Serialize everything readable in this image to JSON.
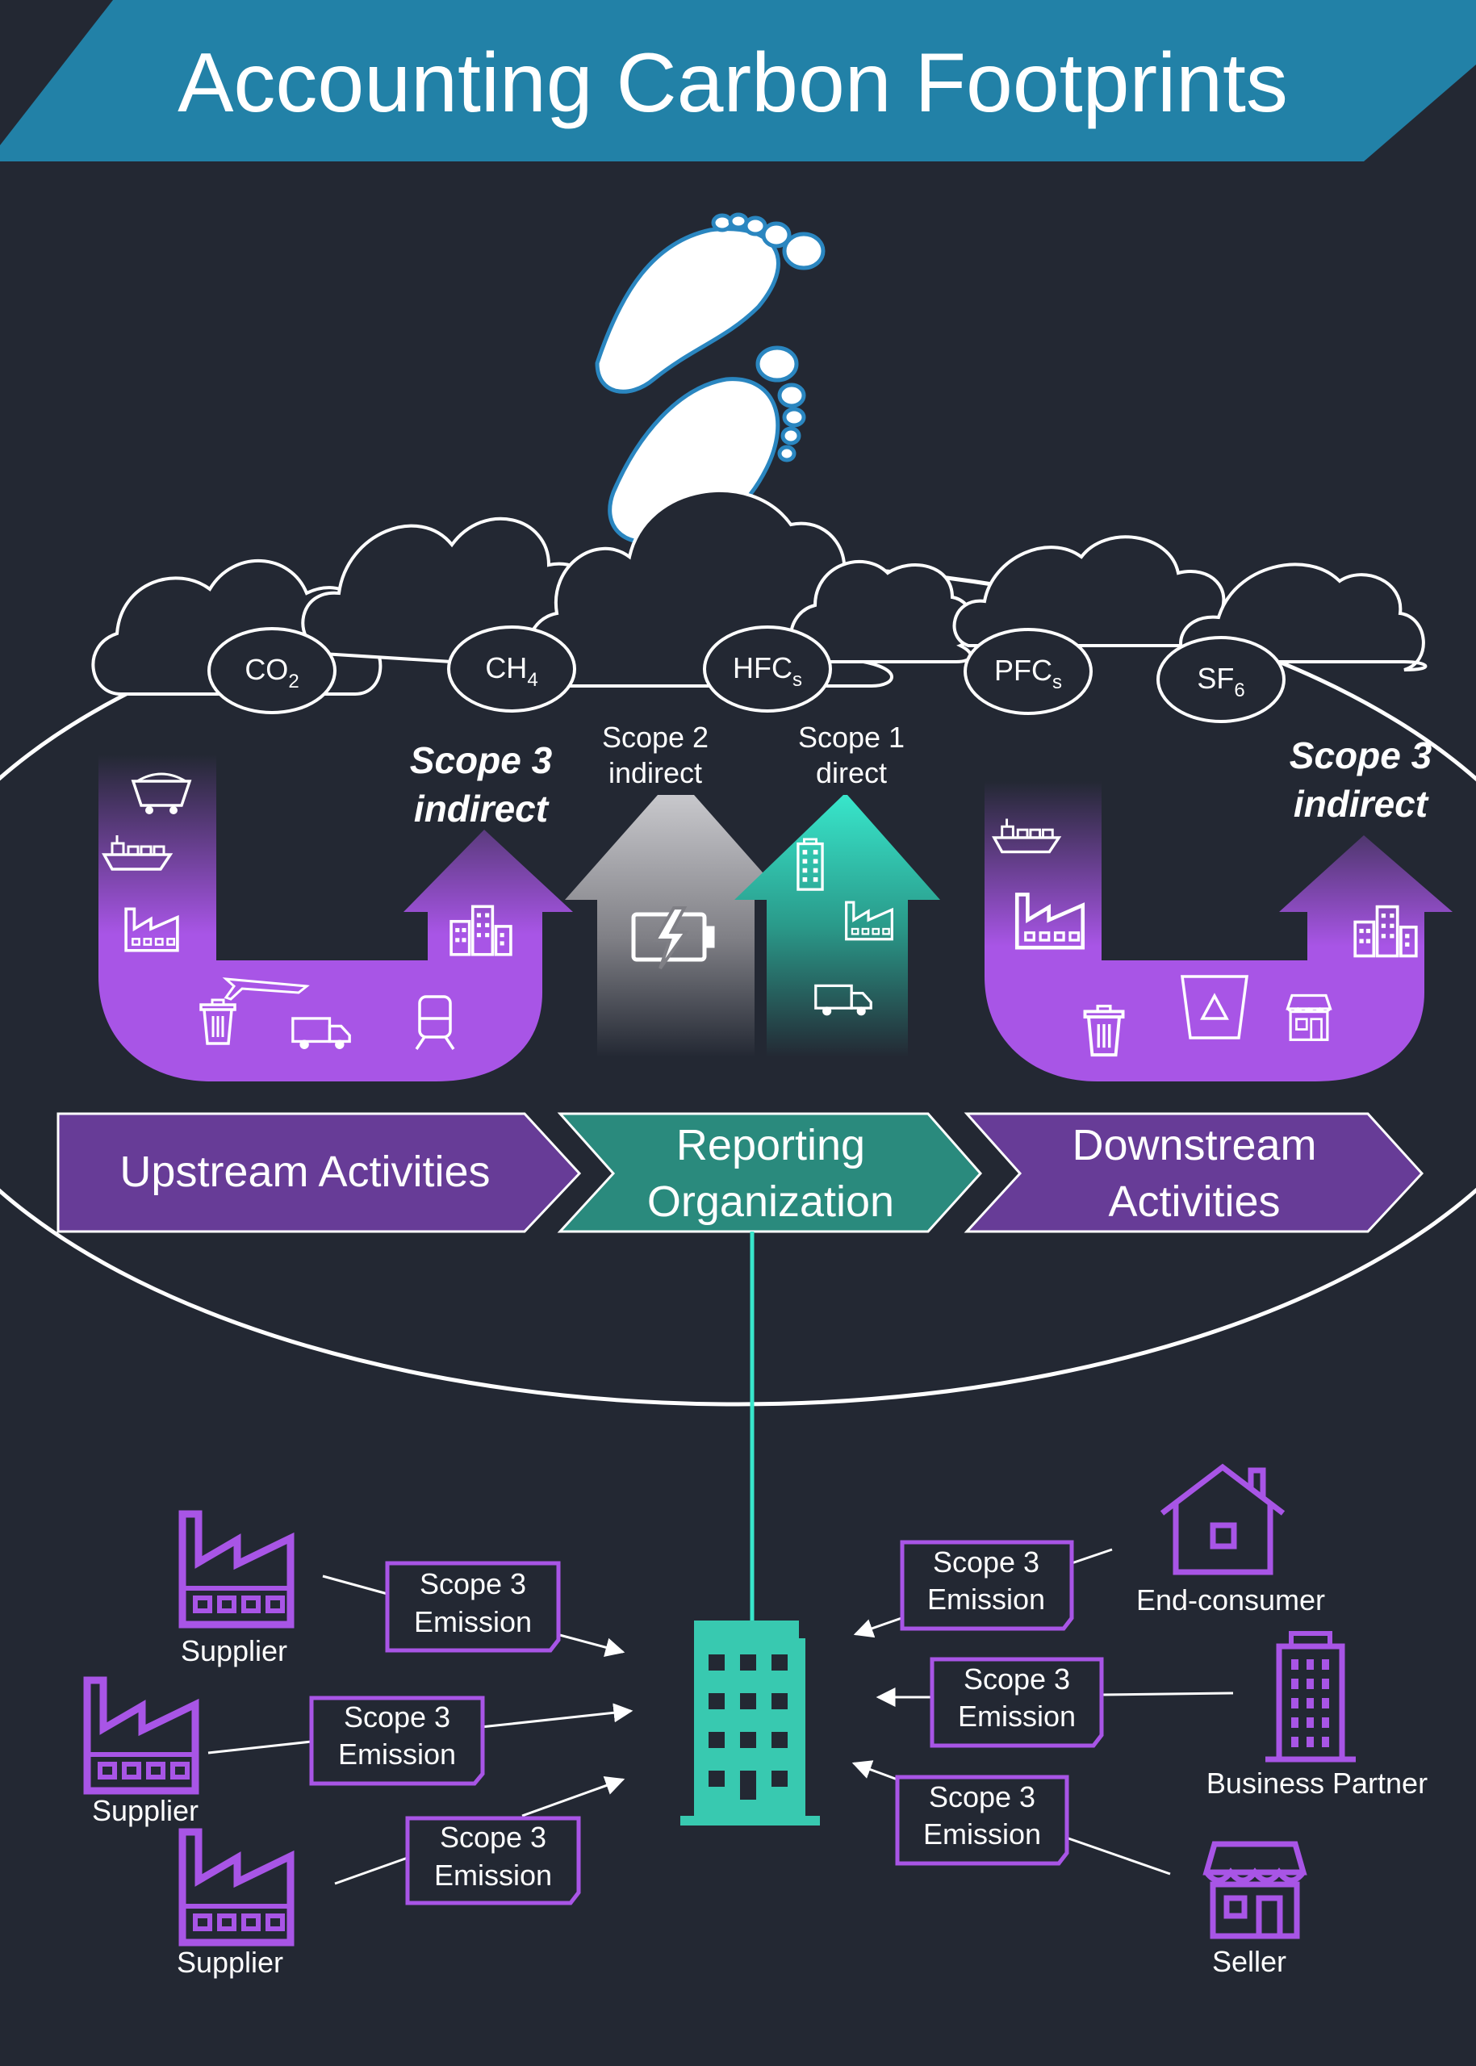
{
  "title": "Accounting Carbon Footprints",
  "gases": [
    {
      "base": "CO",
      "sub": "2"
    },
    {
      "base": "CH",
      "sub": "4"
    },
    {
      "base": "HFC",
      "sub": "s"
    },
    {
      "base": "PFC",
      "sub": "s"
    },
    {
      "base": "SF",
      "sub": "6"
    }
  ],
  "scopes": {
    "upstream": {
      "line1": "Scope 3",
      "line2": "indirect"
    },
    "scope2": {
      "line1": "Scope 2",
      "line2": "indirect"
    },
    "scope1": {
      "line1": "Scope 1",
      "line2": "direct"
    },
    "downstream": {
      "line1": "Scope 3",
      "line2": "indirect"
    }
  },
  "banners": {
    "upstream": "Upstream Activities",
    "reporting": {
      "line1": "Reporting",
      "line2": "Organization"
    },
    "downstream": {
      "line1": "Downstream",
      "line2": "Activities"
    }
  },
  "emission_label": {
    "line1": "Scope 3",
    "line2": "Emission"
  },
  "entities": {
    "supplier_1": "Supplier",
    "supplier_2": "Supplier",
    "supplier_3": "Supplier",
    "end_consumer": "End-consumer",
    "business_partner": "Business Partner",
    "seller": "Seller"
  },
  "colors": {
    "background": "#232833",
    "title_banner": "#2281a7",
    "purple": "#a855e6",
    "banner_purple": "#673c97",
    "teal": "#38e6cb",
    "banner_teal": "#2a8a7d",
    "gray": "#c8c8cc",
    "outline": "#ffffff"
  }
}
